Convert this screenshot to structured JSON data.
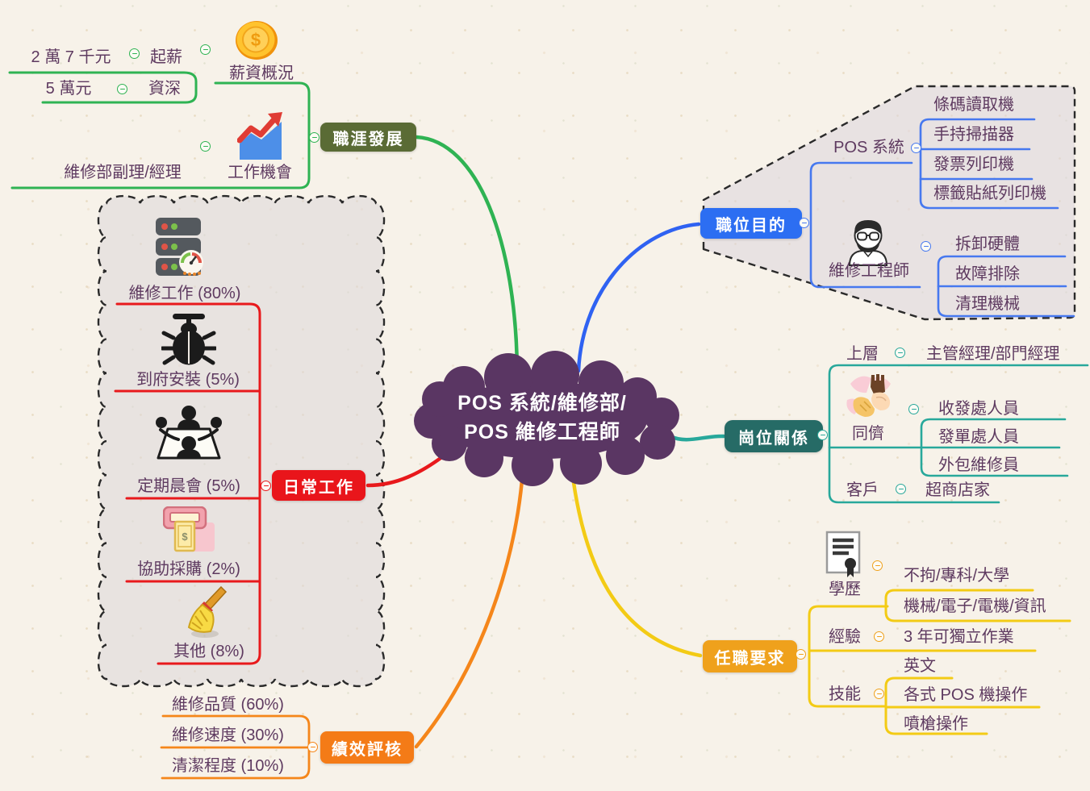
{
  "center": {
    "line1": "POS 系統/維修部/",
    "line2": "POS 維修工程師"
  },
  "branches": {
    "career": {
      "node_label": "職涯發展",
      "salary_title": "薪資概況",
      "start_value": "2 萬 7 千元",
      "start_label": "起薪",
      "senior_value": "5 萬元",
      "senior_label": "資深",
      "opportunity_title": "工作機會",
      "opportunity_value": "維修部副理/經理"
    },
    "purpose": {
      "node_label": "職位目的",
      "pos_system": "POS 系統",
      "pos_items": [
        "條碼讀取機",
        "手持掃描器",
        "發票列印機",
        "標籤貼紙列印機"
      ],
      "engineer": "維修工程師",
      "engineer_items": [
        "拆卸硬體",
        "故障排除",
        "清理機械"
      ]
    },
    "relations": {
      "node_label": "崗位關係",
      "upper": "上層",
      "upper_value": "主管經理/部門經理",
      "peers": "同儕",
      "peer_items": [
        "收發處人員",
        "發單處人員",
        "外包維修員"
      ],
      "customer": "客戶",
      "customer_value": "超商店家"
    },
    "daily": {
      "node_label": "日常工作",
      "items": [
        "維修工作 (80%)",
        "到府安裝 (5%)",
        "定期晨會 (5%)",
        "協助採購 (2%)",
        "其他 (8%)"
      ]
    },
    "requirements": {
      "node_label": "任職要求",
      "education": "學歷",
      "education_items": [
        "不拘/專科/大學",
        "機械/電子/電機/資訊"
      ],
      "experience": "經驗",
      "experience_value": "3 年可獨立作業",
      "skills": "技能",
      "skill_items": [
        "英文",
        "各式 POS 機操作",
        "噴槍操作"
      ]
    },
    "performance": {
      "node_label": "績效評核",
      "items": [
        "維修品質 (60%)",
        "維修速度 (30%)",
        "清潔程度 (10%)"
      ]
    }
  },
  "icons": {
    "salary": "gold-coin-dollar",
    "opportunity": "growth-chart-arrow",
    "repair": "server-rack-gauge",
    "install": "bug",
    "meeting": "people-around-table",
    "purchase": "cash-dispenser",
    "other": "broom",
    "engineer": "bearded-man-glasses",
    "peers": "teamwork-hands",
    "education": "certificate-diploma"
  },
  "colors": {
    "center_fill": "#5a3663",
    "career_node": "#5a6b35",
    "career_line": "#2fb353",
    "purpose_node": "#2c6ef2",
    "purpose_line": "#4678ef",
    "relations_node": "#266b66",
    "relations_line": "#28a89b",
    "daily_node": "#e9151b",
    "daily_line": "#e8191c",
    "requirements_node": "#efa11c",
    "requirements_line": "#f3cb15",
    "performance_node": "#f47b17",
    "performance_line": "#f5861a",
    "text": "#5e3a60",
    "background": "#f7f2e9"
  }
}
